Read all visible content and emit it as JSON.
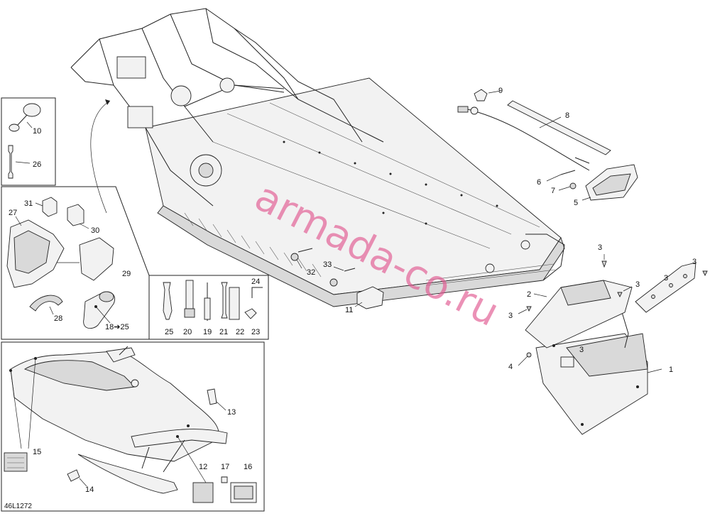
{
  "diagram_code": "46L1272",
  "watermark": "armada-co.ru",
  "callouts": {
    "c1": "1",
    "c2": "2",
    "c3a": "3",
    "c3b": "3",
    "c3c": "3",
    "c3d": "3",
    "c3e": "3",
    "c3f": "3",
    "c4": "4",
    "c5": "5",
    "c6": "6",
    "c7": "7",
    "c8": "8",
    "c9": "9",
    "c10": "10",
    "c11": "11",
    "c12": "12",
    "c13": "13",
    "c14": "14",
    "c15": "15",
    "c16": "16",
    "c17": "17",
    "c18": "18➔25",
    "c19": "19",
    "c20": "20",
    "c21": "21",
    "c22": "22",
    "c23": "23",
    "c24": "24",
    "c25": "25",
    "c26": "26",
    "c27": "27",
    "c28": "28",
    "c29": "29",
    "c30": "30",
    "c31": "31",
    "c32": "32",
    "c33": "33"
  }
}
